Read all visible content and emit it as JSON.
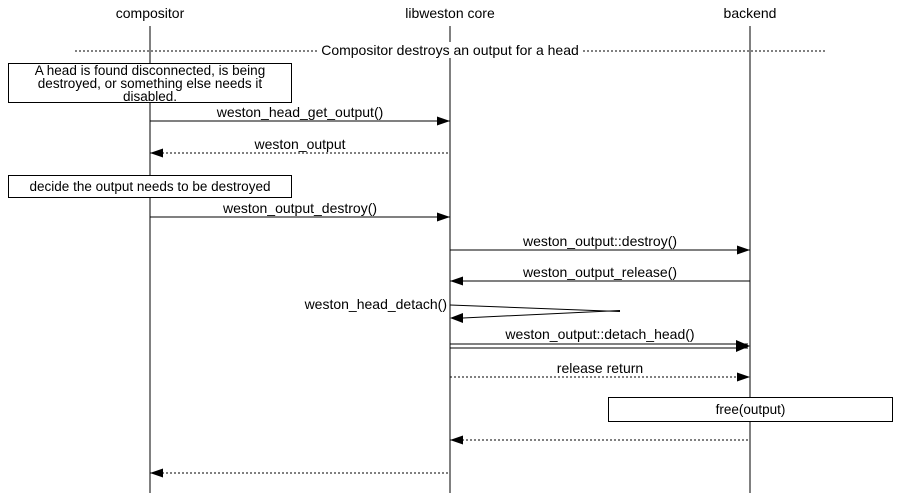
{
  "colors": {
    "ink": "#000000",
    "paper": "#ffffff"
  },
  "participants": [
    {
      "label": "compositor"
    },
    {
      "label": "libweston core"
    },
    {
      "label": "backend"
    }
  ],
  "divider": {
    "label": "Compositor destroys an output for a head"
  },
  "notes": {
    "head_disconnected": {
      "line1": "A head is found disconnected, is being",
      "line2": "destroyed, or something else needs it",
      "line3": "disabled."
    },
    "decide_destroy": {
      "text": "decide the output needs to be destroyed"
    },
    "free_output": {
      "text": "free(output)"
    }
  },
  "messages": {
    "head_get_output": {
      "label": "weston_head_get_output()"
    },
    "weston_output_return": {
      "label": "weston_output"
    },
    "output_destroy": {
      "label": "weston_output_destroy()"
    },
    "backend_destroy": {
      "label": "weston_output::destroy()"
    },
    "output_release": {
      "label": "weston_output_release()"
    },
    "head_detach": {
      "label": "weston_head_detach()"
    },
    "detach_head": {
      "label": "weston_output::detach_head()"
    },
    "release_return": {
      "label": "release return"
    }
  }
}
